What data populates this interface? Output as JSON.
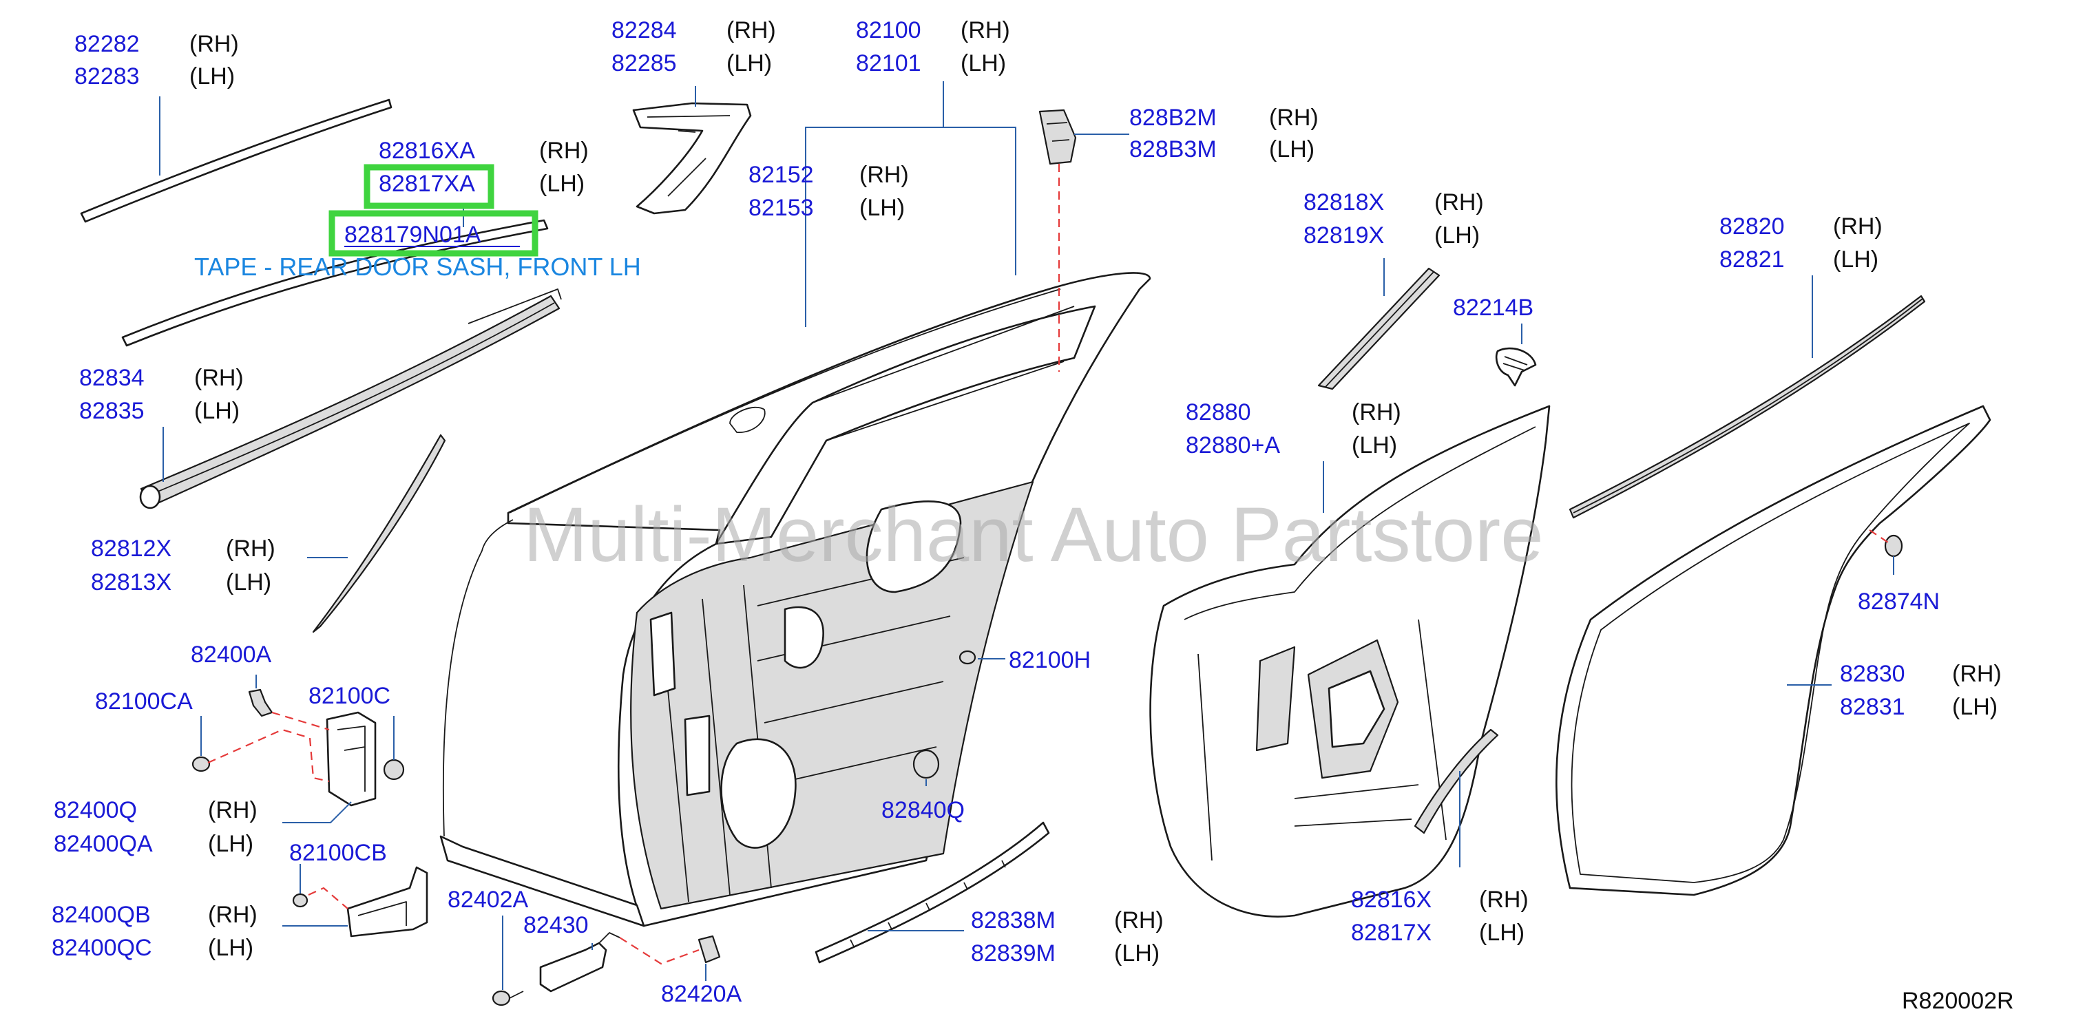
{
  "diagram": {
    "labels": [
      {
        "id": "l1",
        "number": "82282",
        "side": "(RH)"
      },
      {
        "id": "l2",
        "number": "82283",
        "side": "(LH)"
      },
      {
        "id": "l3",
        "number": "82284",
        "side": "(RH)"
      },
      {
        "id": "l4",
        "number": "82285",
        "side": "(LH)"
      },
      {
        "id": "l5",
        "number": "82100",
        "side": "(RH)"
      },
      {
        "id": "l6",
        "number": "82101",
        "side": "(LH)"
      },
      {
        "id": "l7",
        "number": "828B2M",
        "side": "(RH)"
      },
      {
        "id": "l8",
        "number": "828B3M",
        "side": "(LH)"
      },
      {
        "id": "l9",
        "number": "82816XA",
        "side": "(RH)"
      },
      {
        "id": "l10",
        "number": "82817XA",
        "side": "(LH)"
      },
      {
        "id": "l11",
        "number": "82152",
        "side": "(RH)"
      },
      {
        "id": "l12",
        "number": "82153",
        "side": "(LH)"
      },
      {
        "id": "l13",
        "number": "82818X",
        "side": "(RH)"
      },
      {
        "id": "l14",
        "number": "82819X",
        "side": "(LH)"
      },
      {
        "id": "l15",
        "number": "82820",
        "side": "(RH)"
      },
      {
        "id": "l16",
        "number": "82821",
        "side": "(LH)"
      },
      {
        "id": "l17",
        "number": "82214B",
        "side": ""
      },
      {
        "id": "l18",
        "number": "82834",
        "side": "(RH)"
      },
      {
        "id": "l19",
        "number": "82835",
        "side": "(LH)"
      },
      {
        "id": "l20",
        "number": "82880",
        "side": "(RH)"
      },
      {
        "id": "l21",
        "number": "82880+A",
        "side": "(LH)"
      },
      {
        "id": "l22",
        "number": "82812X",
        "side": "(RH)"
      },
      {
        "id": "l23",
        "number": "82813X",
        "side": "(LH)"
      },
      {
        "id": "l24",
        "number": "82874N",
        "side": ""
      },
      {
        "id": "l25",
        "number": "82400A",
        "side": ""
      },
      {
        "id": "l26",
        "number": "82100H",
        "side": ""
      },
      {
        "id": "l27",
        "number": "82100CA",
        "side": ""
      },
      {
        "id": "l28",
        "number": "82100C",
        "side": ""
      },
      {
        "id": "l29",
        "number": "82830",
        "side": "(RH)"
      },
      {
        "id": "l30",
        "number": "82831",
        "side": "(LH)"
      },
      {
        "id": "l31",
        "number": "82400Q",
        "side": "(RH)"
      },
      {
        "id": "l32",
        "number": "82400QA",
        "side": "(LH)"
      },
      {
        "id": "l33",
        "number": "82840Q",
        "side": ""
      },
      {
        "id": "l34",
        "number": "82100CB",
        "side": ""
      },
      {
        "id": "l35",
        "number": "82816X",
        "side": "(RH)"
      },
      {
        "id": "l36",
        "number": "82817X",
        "side": "(LH)"
      },
      {
        "id": "l37",
        "number": "82400QB",
        "side": "(RH)"
      },
      {
        "id": "l38",
        "number": "82400QC",
        "side": "(LH)"
      },
      {
        "id": "l39",
        "number": "82402A",
        "side": ""
      },
      {
        "id": "l40",
        "number": "82430",
        "side": ""
      },
      {
        "id": "l41",
        "number": "82838M",
        "side": "(RH)"
      },
      {
        "id": "l42",
        "number": "82839M",
        "side": "(LH)"
      },
      {
        "id": "l43",
        "number": "82420A",
        "side": ""
      }
    ],
    "highlight": {
      "part_number": "828179N01A",
      "description": "TAPE - REAR DOOR SASH, FRONT LH",
      "highlight_color": "#3fd43f",
      "description_color": "#1a86e0"
    },
    "watermark": "Multi-Merchant Auto Partstore",
    "reference_code": "R820002R",
    "colors": {
      "part_number_text": "#1a1ad6",
      "leader_lines": "#2a5fa8",
      "dashed_guides": "#e53a3a",
      "part_outline": "#1a1a1a"
    }
  }
}
